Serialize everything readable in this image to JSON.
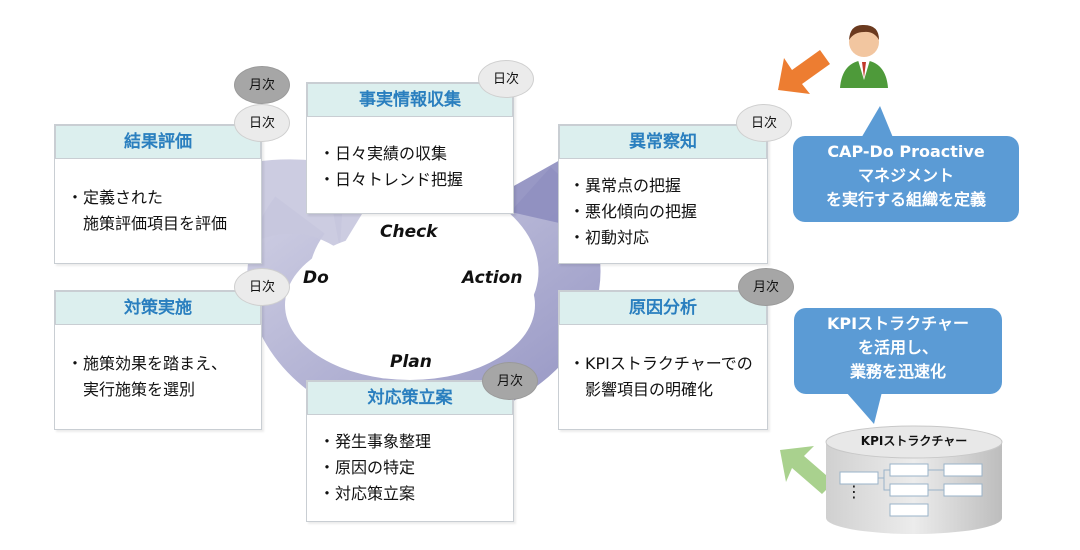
{
  "cycle": {
    "check": "Check",
    "action": "Action",
    "plan": "Plan",
    "do": "Do"
  },
  "cards": {
    "fact": {
      "title": "事実情報収集",
      "lines": [
        "・日々実績の収集",
        "・日々トレンド把握"
      ],
      "badges": [
        "日次"
      ]
    },
    "anomaly": {
      "title": "異常察知",
      "lines": [
        "・異常点の把握",
        "・悪化傾向の把握",
        "・初動対応"
      ],
      "badges": [
        "日次"
      ]
    },
    "cause": {
      "title": "原因分析",
      "lines": [
        "・KPIストラクチャーでの",
        "　影響項目の明確化"
      ],
      "badges": [
        "月次"
      ]
    },
    "plan": {
      "title": "対応策立案",
      "lines": [
        "・発生事象整理",
        "・原因の特定",
        "・対応策立案"
      ],
      "badges": [
        "月次"
      ]
    },
    "measure": {
      "title": "対策実施",
      "lines": [
        "・施策効果を踏まえ、",
        "　実行施策を選別"
      ],
      "badges": [
        "日次"
      ]
    },
    "result": {
      "title": "結果評価",
      "lines": [
        "・定義された",
        "　施策評価項目を評価"
      ],
      "badges": [
        "月次",
        "日次"
      ]
    }
  },
  "bubbles": {
    "cap": [
      "CAP-Do Proactive",
      "マネジメント",
      "を実行する組織を定義"
    ],
    "kpi": [
      "KPIストラクチャー",
      "を活用し、",
      "業務を迅速化"
    ]
  },
  "database": {
    "label": "KPIストラクチャー",
    "ellipsis": "⋮"
  },
  "icons": {
    "person": "person-icon",
    "database": "database-icon"
  },
  "colors": {
    "cycle": "#9a9ac6",
    "head_bg": "#dcefee",
    "head_text": "#2a7fbf",
    "bubble": "#5b9bd5",
    "arrow_orange": "#ed7d31",
    "arrow_green": "#a9d18e"
  }
}
